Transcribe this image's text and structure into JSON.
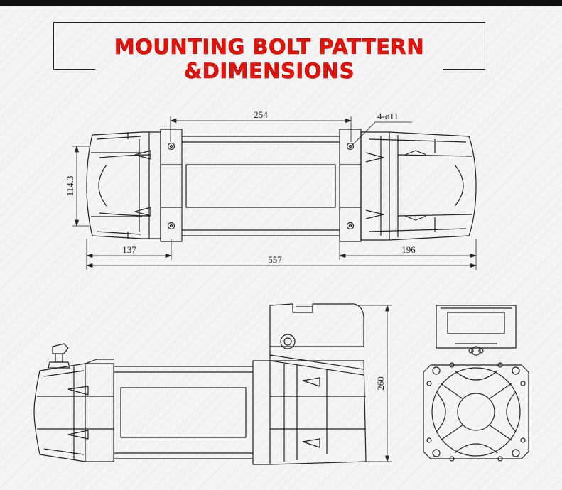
{
  "title": "MOUNTING BOLT PATTERN &DIMENSIONS",
  "dimensions": {
    "top_width": "254",
    "bolt_spec": "4-ø11",
    "bolt_height": "114.3",
    "left_offset": "137",
    "overall_length": "557",
    "right_offset": "196",
    "height": "260"
  },
  "colors": {
    "title": "#e3120b",
    "line": "#222222"
  }
}
